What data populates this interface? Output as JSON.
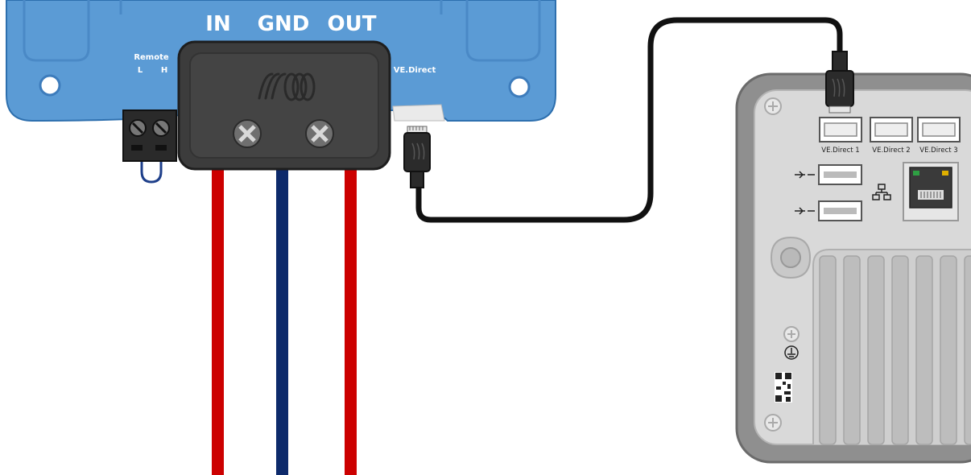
{
  "converter": {
    "terminals": {
      "in": "IN",
      "gnd": "GND",
      "out": "OUT"
    },
    "remote": {
      "title": "Remote",
      "l": "L",
      "h": "H"
    },
    "ve_direct": "VE.Direct"
  },
  "gx_device": {
    "ports": [
      "VE.Direct 1",
      "VE.Direct 2",
      "VE.Direct 3"
    ]
  },
  "colors": {
    "enclosure_blue": "#5b9bd5",
    "cable_positive": "#cc0000",
    "cable_ground": "#0d2a6b",
    "ve_direct_cable": "#111111",
    "gx_body": "#d9d9d9"
  }
}
